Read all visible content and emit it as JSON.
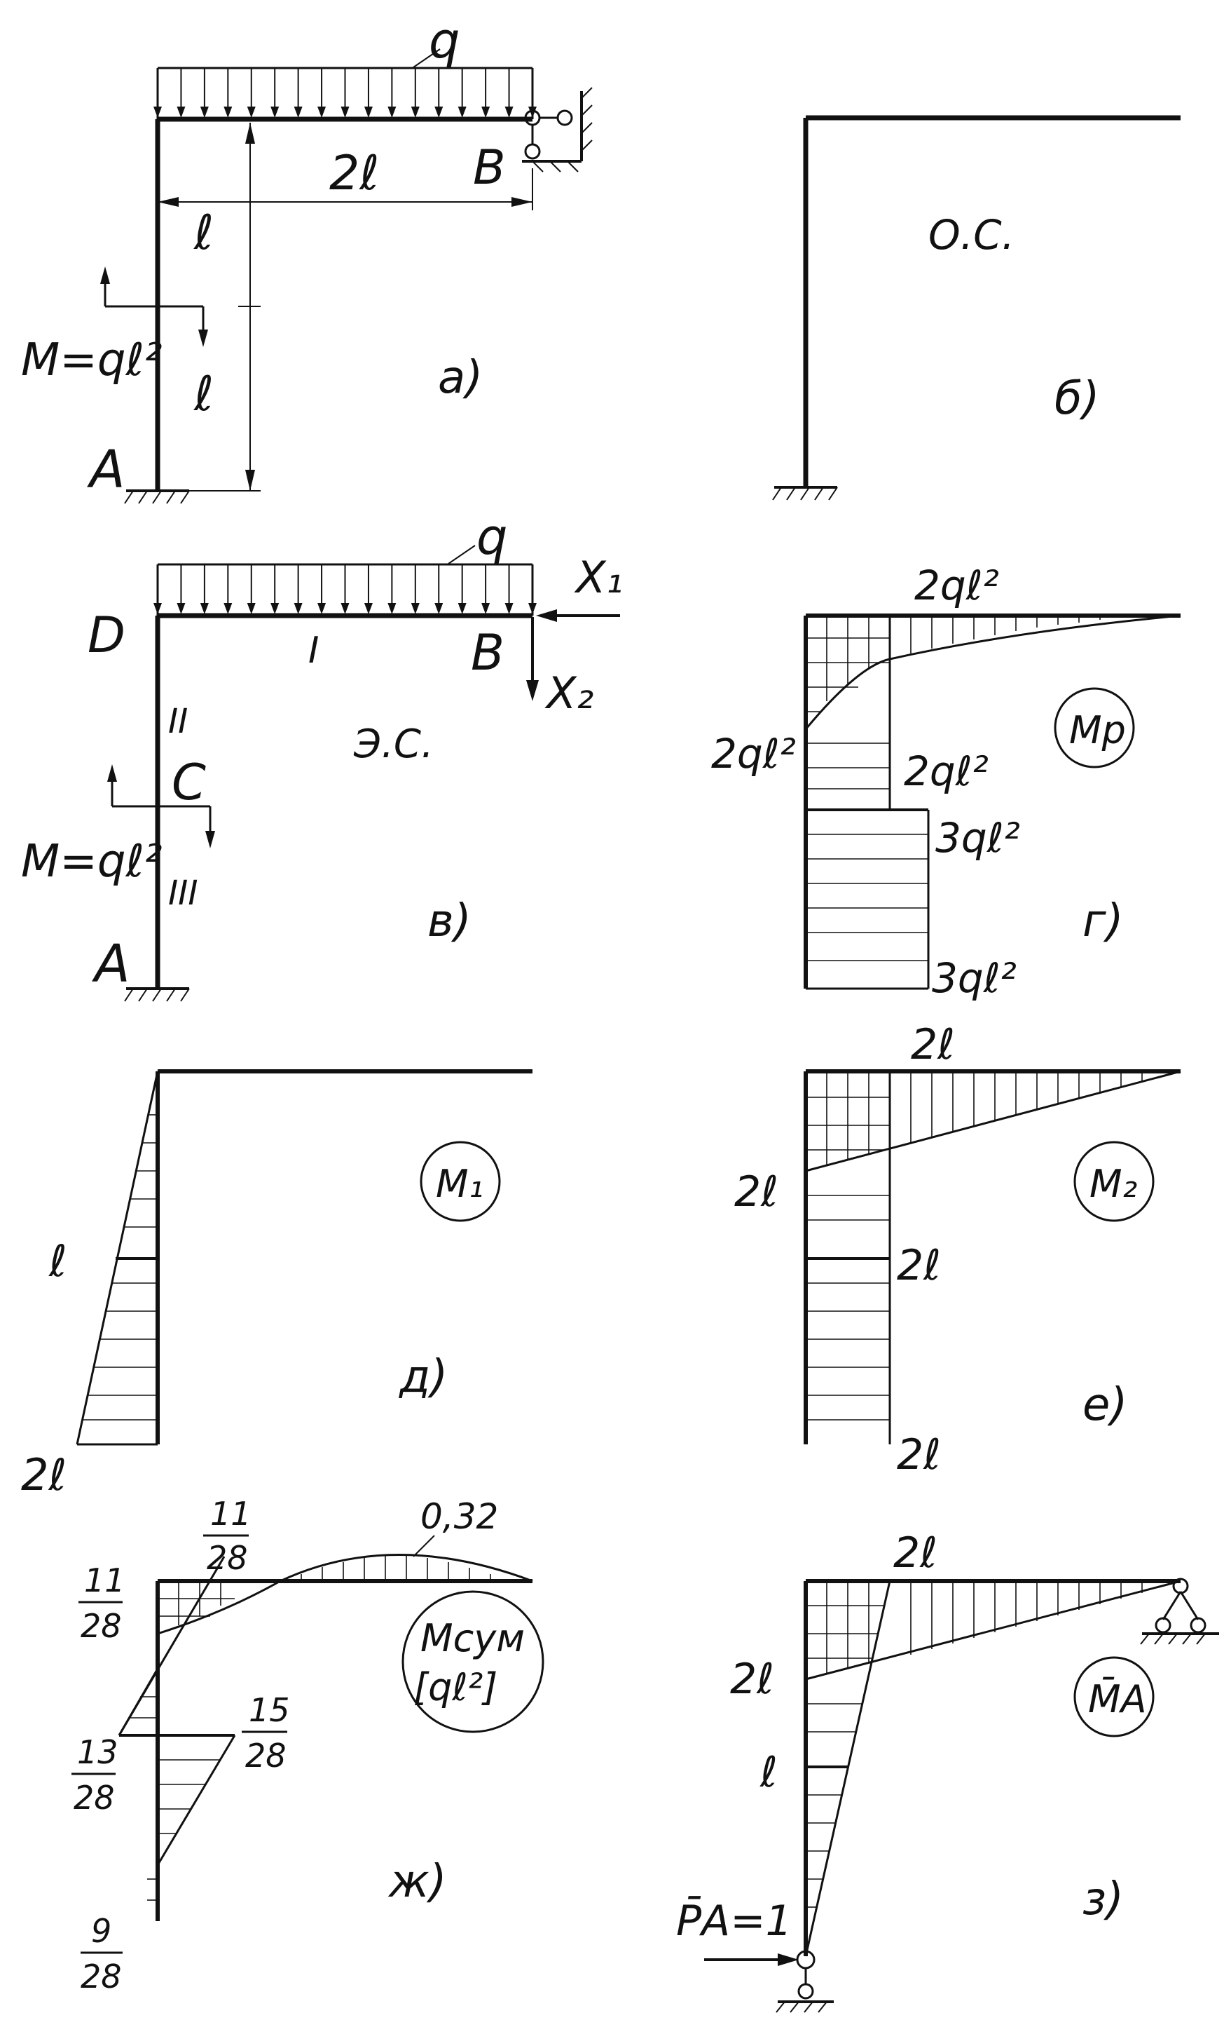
{
  "panel_a": {
    "q": "q",
    "span": "2ℓ",
    "h_upper": "ℓ",
    "h_lower": "ℓ",
    "moment": "M=qℓ²",
    "node_a": "A",
    "node_b": "B",
    "caption": "а)"
  },
  "panel_b": {
    "title": "О.С.",
    "caption": "б)"
  },
  "panel_v": {
    "q": "q",
    "x1": "X₁",
    "x2": "X₂",
    "node_d": "D",
    "node_b": "B",
    "node_c": "C",
    "node_a": "A",
    "seg_1": "I",
    "seg_2": "II",
    "seg_3": "III",
    "moment": "M=qℓ²",
    "title": "Э.С.",
    "caption": "в)"
  },
  "panel_g": {
    "top_label": "2qℓ²",
    "left_label": "2qℓ²",
    "mid_label": "2qℓ²",
    "mid_right_label": "3qℓ²",
    "bottom_label": "3qℓ²",
    "badge": "Mp",
    "caption": "г)"
  },
  "panel_d": {
    "mid_label": "ℓ",
    "bottom_label": "2ℓ",
    "badge": "M₁",
    "caption": "д)"
  },
  "panel_e": {
    "top_label": "2ℓ",
    "left_label": "2ℓ",
    "mid_label": "2ℓ",
    "bottom_label": "2ℓ",
    "badge": "M₂",
    "caption": "е)"
  },
  "panel_zh": {
    "top_num": "11",
    "top_den": "28",
    "left_num": "11",
    "left_den": "28",
    "mid_left_num": "13",
    "mid_left_den": "28",
    "mid_right_num": "15",
    "mid_right_den": "28",
    "bottom_num": "9",
    "bottom_den": "28",
    "peak": "0,32",
    "badge_line1": "Mсум",
    "badge_line2": "[qℓ²]",
    "caption": "ж)"
  },
  "panel_z": {
    "top_label": "2ℓ",
    "left_label": "2ℓ",
    "mid_label": "ℓ",
    "force": "P̄A=1",
    "badge": "M̄A",
    "caption": "з)"
  }
}
